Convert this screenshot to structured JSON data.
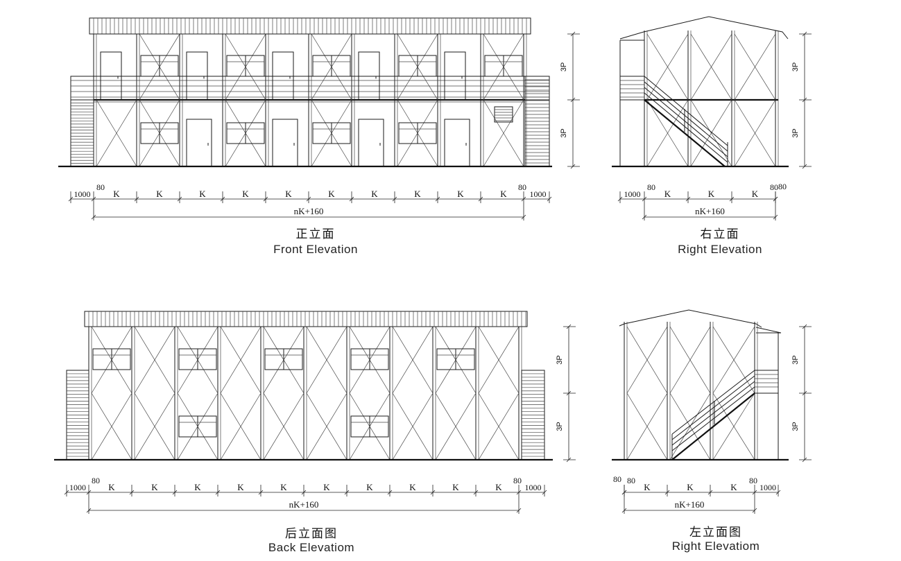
{
  "dimensions": {
    "bay": "K",
    "total": "nK+160",
    "post": "80",
    "stair": "1000",
    "storey": "3P"
  },
  "views": {
    "front": {
      "title_cn": "正立面",
      "title_en": "Front Elevation"
    },
    "right_top": {
      "title_cn": "右立面",
      "title_en": "Right Elevation"
    },
    "back": {
      "title_cn": "后立面图",
      "title_en": "Back Elevatiom"
    },
    "right_bottom": {
      "title_cn": "左立面图",
      "title_en": "Right Elevatiom"
    }
  }
}
